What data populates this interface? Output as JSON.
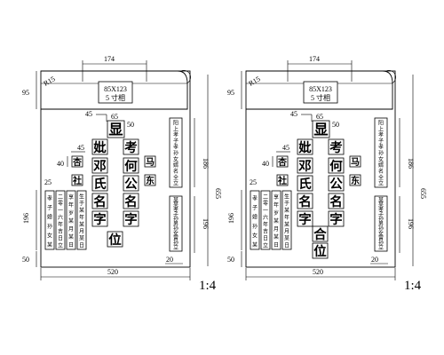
{
  "drawings": [
    {
      "dims": {
        "top_width": "174",
        "r_corner": "R15",
        "photo_size": "85X123",
        "photo_inch": "5 寸相",
        "left_top": "95",
        "d45a": "45",
        "d65": "65",
        "d50a": "50",
        "d45b": "45",
        "d40": "40",
        "d25": "25",
        "d196_left": "196",
        "d50_bottom": "50",
        "d186": "186",
        "d655": "655",
        "d196_right": "196",
        "d20": "20",
        "bottom_width": "520",
        "scale": "1:4"
      },
      "chars": {
        "xian": "显",
        "kao": "考",
        "he": "何",
        "gong": "公",
        "ming_r": "名",
        "zi_r": "字",
        "bi": "妣",
        "deng": "邓",
        "shi": "氏",
        "ming_l": "名",
        "zi_l": "字",
        "ma": "马",
        "dong": "东",
        "xing": "杏",
        "she": "社",
        "extra": "",
        "wei": "位"
      },
      "texts": {
        "right_upper": "阳上孝子孝孙女婿名全立",
        "right_lower": "某某孝子孙男孙女曾孙立",
        "left_col_a": "孝子媳孙女某",
        "left_col_b": "二零一六年吉日立",
        "left_col_c": "享年岁某月某日",
        "left_col_d": "生于某年某月某日"
      }
    },
    {
      "dims": {
        "top_width": "174",
        "r_corner": "R15",
        "photo_size": "85X123",
        "photo_inch": "5 寸相",
        "left_top": "95",
        "d45a": "45",
        "d65": "65",
        "d50a": "50",
        "d45b": "45",
        "d40": "40",
        "d25": "25",
        "d196_left": "196",
        "d50_bottom": "50",
        "d186": "186",
        "d655": "655",
        "d196_right": "196",
        "d20": "20",
        "bottom_width": "520",
        "scale": "1:4"
      },
      "chars": {
        "xian": "显",
        "kao": "考",
        "he": "何",
        "gong": "公",
        "ming_r": "名",
        "zi_r": "字",
        "bi": "妣",
        "deng": "邓",
        "shi": "氏",
        "ming_l": "名",
        "zi_l": "字",
        "ma": "马",
        "dong": "东",
        "xing": "杏",
        "she": "社",
        "extra": "合",
        "wei": "位"
      },
      "texts": {
        "right_upper": "阳上孝子孝孙女婿名全立",
        "right_lower": "某某孝子孙男孙女曾孙立",
        "left_col_a": "孝子媳孙女某",
        "left_col_b": "二零一六年吉日立",
        "left_col_c": "享年岁某月某日",
        "left_col_d": "生于某年某月某日"
      }
    }
  ]
}
